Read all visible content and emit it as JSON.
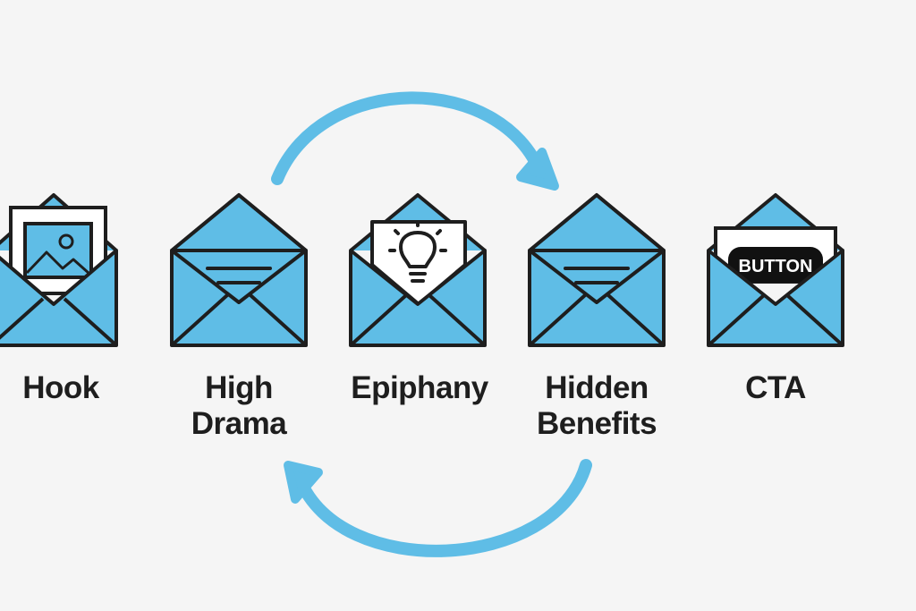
{
  "colors": {
    "envelope": "#5fbde6",
    "stroke": "#1e1e1e",
    "arrow": "#5fbde6",
    "paper": "#ffffff",
    "button": "#111111"
  },
  "steps": [
    {
      "label_lines": [
        "Hook"
      ],
      "icon": "image-letter-envelope-icon"
    },
    {
      "label_lines": [
        "High",
        "Drama"
      ],
      "icon": "envelope-icon"
    },
    {
      "label_lines": [
        "Epiphany"
      ],
      "icon": "lightbulb-letter-envelope-icon"
    },
    {
      "label_lines": [
        "Hidden",
        "Benefits"
      ],
      "icon": "envelope-icon"
    },
    {
      "label_lines": [
        "CTA"
      ],
      "icon": "button-letter-envelope-icon"
    }
  ],
  "cta_button_text": "BUTTON",
  "arrows": {
    "top": "arrow-curved-clockwise-icon",
    "bottom": "arrow-curved-return-icon"
  }
}
